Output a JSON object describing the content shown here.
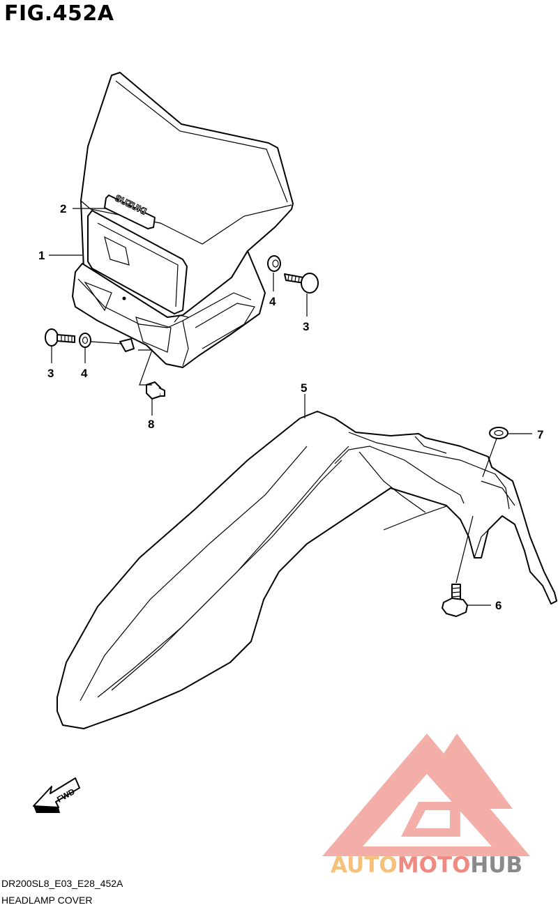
{
  "figure": {
    "title": "FIG.452A",
    "code": "DR200SL8_E03_E28_452A",
    "name": "HEADLAMP COVER",
    "emblem_text": "SUZUKI",
    "direction_label": "FWD"
  },
  "callouts": [
    {
      "id": "c1",
      "label": "1"
    },
    {
      "id": "c2",
      "label": "2"
    },
    {
      "id": "c3a",
      "label": "3"
    },
    {
      "id": "c3b",
      "label": "3"
    },
    {
      "id": "c4a",
      "label": "4"
    },
    {
      "id": "c4b",
      "label": "4"
    },
    {
      "id": "c5",
      "label": "5"
    },
    {
      "id": "c6",
      "label": "6"
    },
    {
      "id": "c7",
      "label": "7"
    },
    {
      "id": "c8",
      "label": "8"
    }
  ],
  "watermark": {
    "part1": "AUTO",
    "part2": "MOTO",
    "part3": "HUB",
    "colors": {
      "auto": "#f5c07a",
      "moto": "#f08a80",
      "hub": "#8a8a8a",
      "logo": "#f2a09a"
    }
  }
}
